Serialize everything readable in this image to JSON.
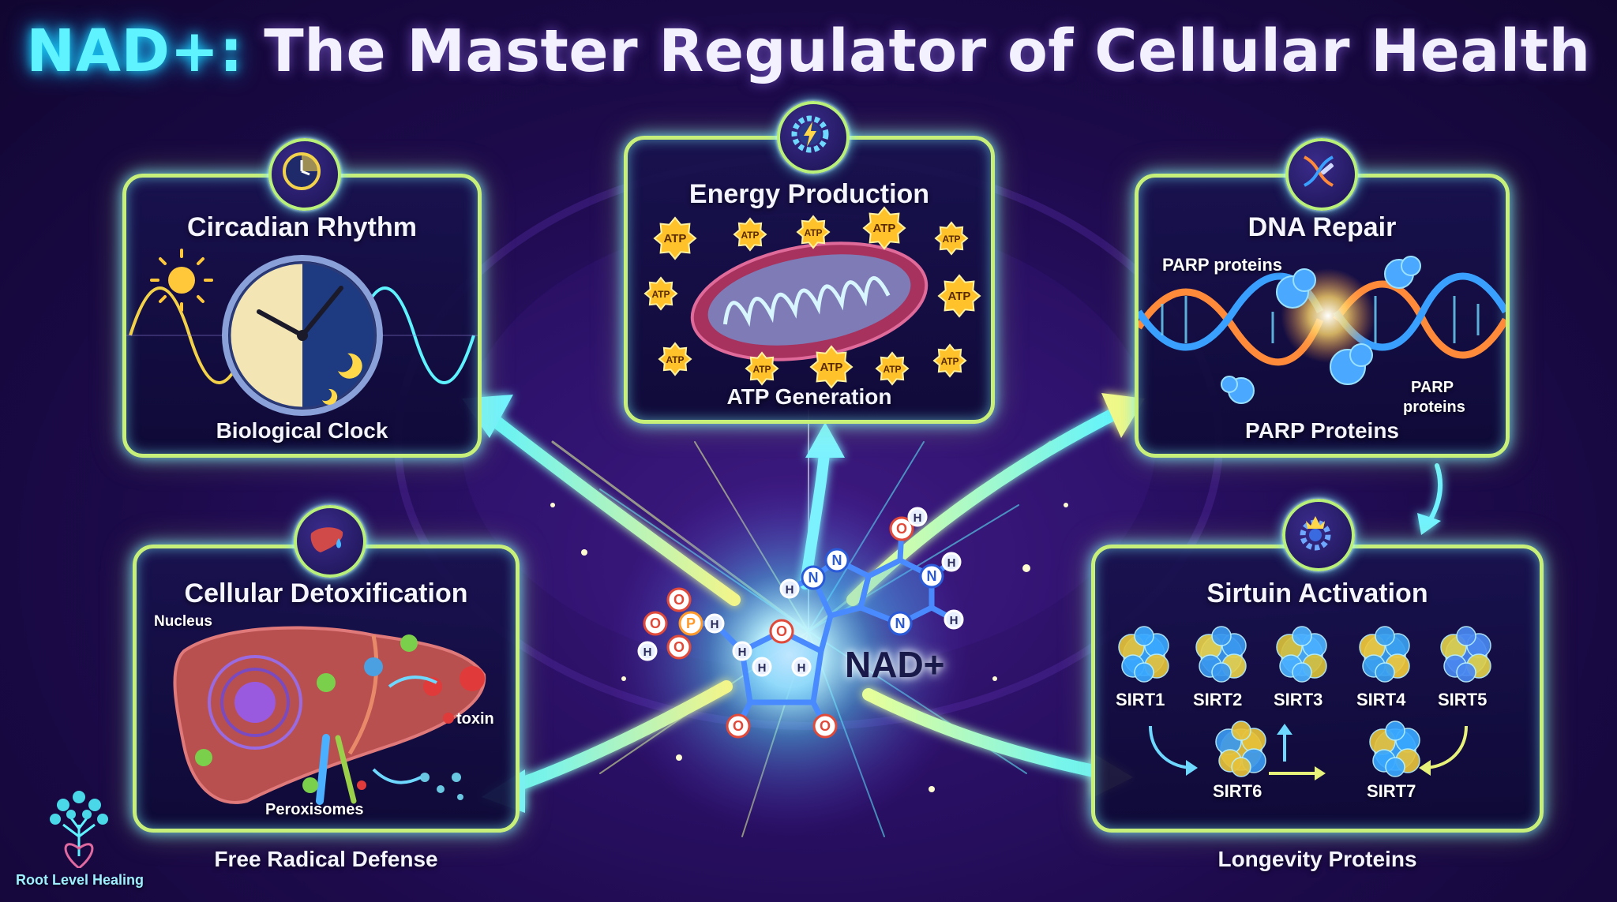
{
  "title": {
    "highlight": "NAD+:",
    "rest": "The Master Regulator of Cellular Health"
  },
  "center": {
    "label": "NAD+"
  },
  "panels": {
    "circadian": {
      "title": "Circadian Rhythm",
      "caption": "Biological Clock",
      "icon": "clock-icon"
    },
    "energy": {
      "title": "Energy Production",
      "caption": "ATP Generation",
      "icon": "energy-gear-icon",
      "atp_label": "ATP"
    },
    "dna": {
      "title": "DNA Repair",
      "label_top": "PARP proteins",
      "label_right_1": "PARP",
      "label_right_2": "proteins",
      "caption": "PARP Proteins",
      "icon": "dna-wrench-icon"
    },
    "detox": {
      "title": "Cellular Detoxification",
      "nucleus": "Nucleus",
      "toxin": "toxin",
      "peroxisomes": "Peroxisomes",
      "caption": "Free Radical Defense",
      "icon": "liver-icon"
    },
    "sirtuin": {
      "title": "Sirtuin Activation",
      "caption": "Longevity Proteins",
      "icon": "crown-gear-icon",
      "sirts": [
        "SIRT1",
        "SIRT2",
        "SIRT3",
        "SIRT4",
        "SIRT5",
        "SIRT6",
        "SIRT7"
      ]
    }
  },
  "molecule_atoms": [
    "N",
    "N",
    "N",
    "N",
    "H",
    "H",
    "H",
    "O",
    "O",
    "P",
    "O",
    "O",
    "H",
    "O",
    "H",
    "H",
    "H",
    "H",
    "O",
    "O",
    "H"
  ],
  "logo": {
    "text": "Root Level Healing"
  },
  "colors": {
    "accent_cyan": "#5ef3ff",
    "accent_yellow": "#e6f27a",
    "border": "#c7f07a",
    "background": "#1c0a4a"
  }
}
